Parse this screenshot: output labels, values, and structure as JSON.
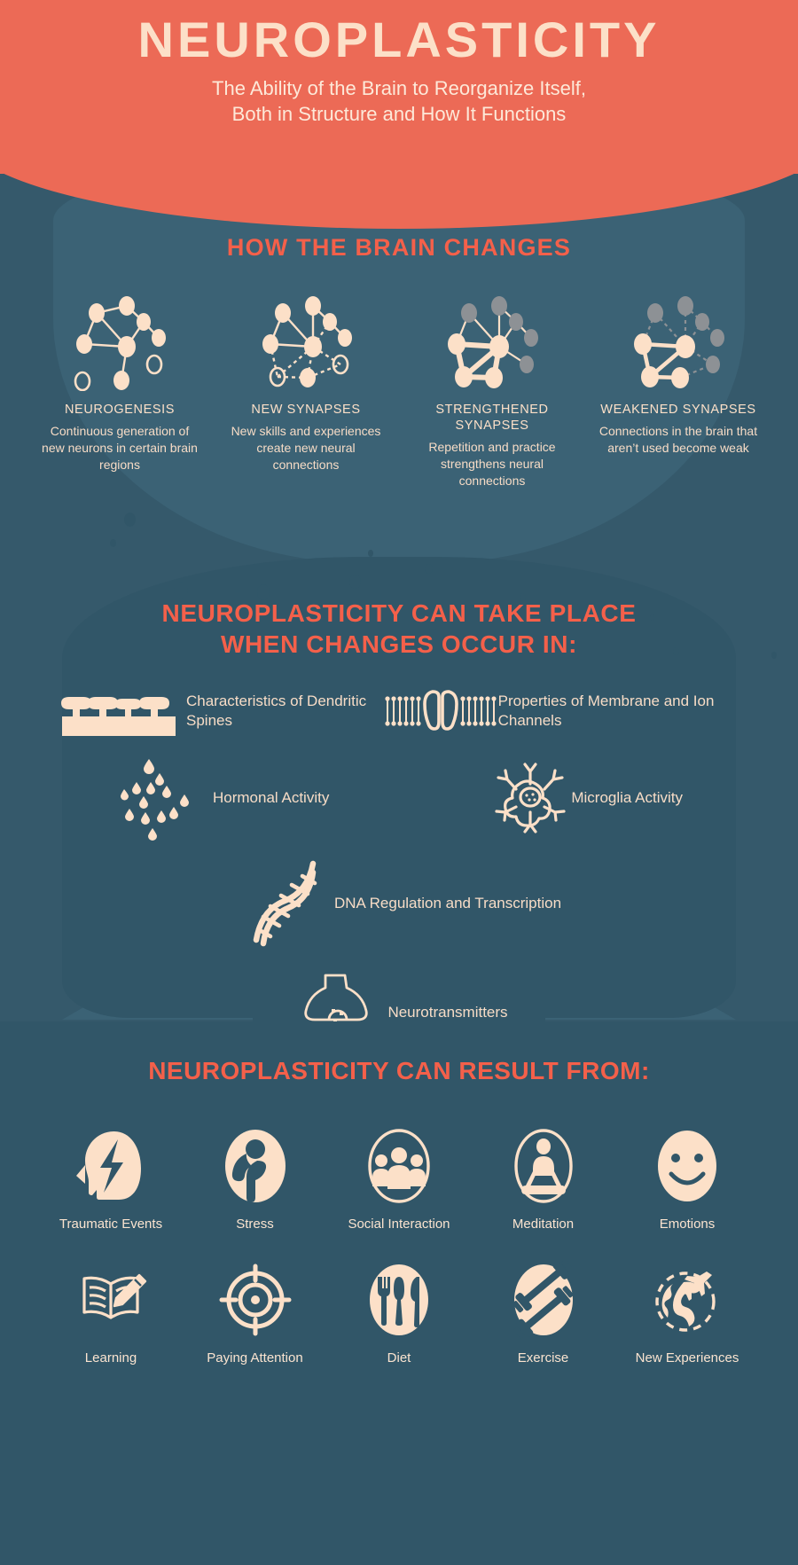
{
  "colors": {
    "coral": "#ec6a56",
    "accent_red": "#f4604a",
    "cream": "#fce0c8",
    "bg_dark": "#315668",
    "bg_mid": "#35596b",
    "bg_light": "#3b6275",
    "gray_node": "#8d9195"
  },
  "header": {
    "title": "NEUROPLASTICITY",
    "subtitle_line1": "The Ability of the Brain to Reorganize Itself,",
    "subtitle_line2": "Both in Structure and How It Functions"
  },
  "section1": {
    "title": "HOW THE BRAIN CHANGES",
    "items": [
      {
        "icon": "neuron-network-new-nodes-icon",
        "label": "NEUROGENESIS",
        "desc": "Continuous generation of new neurons in certain brain regions"
      },
      {
        "icon": "neuron-network-dashed-links-icon",
        "label": "NEW SYNAPSES",
        "desc": "New skills and experiences create new neural connections"
      },
      {
        "icon": "neuron-network-thick-links-icon",
        "label": "STRENGTHENED SYNAPSES",
        "desc": "Repetition and practice strengthens neural connections"
      },
      {
        "icon": "neuron-network-faded-links-icon",
        "label": "WEAKENED SYNAPSES",
        "desc": "Connections in the brain that aren’t used become weak"
      }
    ]
  },
  "section2": {
    "title_line1": "NEUROPLASTICITY CAN TAKE PLACE",
    "title_line2": "WHEN CHANGES OCCUR IN:",
    "items": [
      {
        "icon": "dendritic-spines-icon",
        "label": "Characteristics of Dendritic Spines"
      },
      {
        "icon": "membrane-ion-channel-icon",
        "label": "Properties of Membrane and Ion Channels"
      },
      {
        "icon": "hormone-droplets-icon",
        "label": "Hormonal Activity"
      },
      {
        "icon": "microglia-cell-icon",
        "label": "Microglia Activity"
      },
      {
        "icon": "dna-helix-icon",
        "label": "DNA Regulation and Transcription"
      },
      {
        "icon": "synaptic-terminal-icon",
        "label": "Neurotransmitters"
      }
    ]
  },
  "section3": {
    "title": "NEUROPLASTICITY CAN RESULT FROM:",
    "row1": [
      {
        "icon": "head-lightning-icon",
        "label": "Traumatic Events"
      },
      {
        "icon": "stressed-person-icon",
        "label": "Stress"
      },
      {
        "icon": "people-group-icon",
        "label": "Social Interaction"
      },
      {
        "icon": "meditating-person-icon",
        "label": "Meditation"
      },
      {
        "icon": "smiley-face-icon",
        "label": "Emotions"
      }
    ],
    "row2": [
      {
        "icon": "open-book-pencil-icon",
        "label": "Learning"
      },
      {
        "icon": "target-crosshair-icon",
        "label": "Paying Attention"
      },
      {
        "icon": "cutlery-icon",
        "label": "Diet"
      },
      {
        "icon": "dumbbells-icon",
        "label": "Exercise"
      },
      {
        "icon": "globe-airplane-icon",
        "label": "New Experiences"
      }
    ]
  }
}
